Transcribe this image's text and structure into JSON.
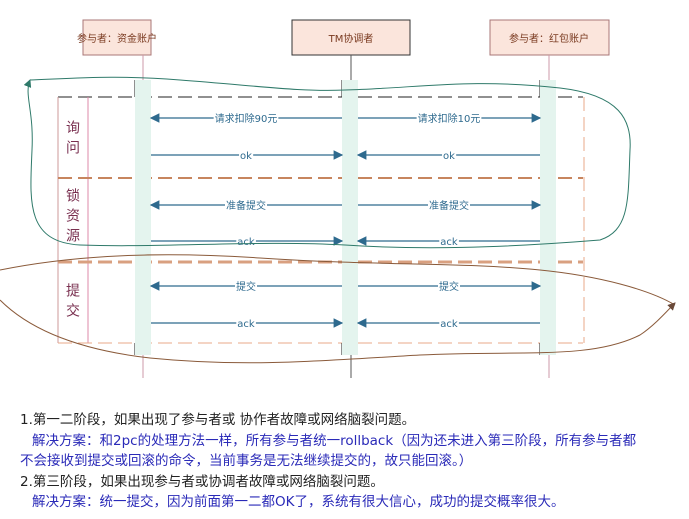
{
  "participants": [
    {
      "label": "参与者：资金账户"
    },
    {
      "label": "TM协调者"
    },
    {
      "label": "参与者：红包账户"
    }
  ],
  "phases": [
    {
      "label": "询问",
      "chars": [
        "询",
        "问"
      ]
    },
    {
      "label": "锁资源",
      "chars": [
        "锁",
        "资",
        "源"
      ]
    },
    {
      "label": "提交",
      "chars": [
        "提",
        "交"
      ]
    }
  ],
  "messages": [
    {
      "left": "请求扣除90元",
      "right": "请求扣除10元",
      "direction": "out"
    },
    {
      "left": "ok",
      "right": "ok",
      "direction": "in"
    },
    {
      "left": "准备提交",
      "right": "准备提交",
      "direction": "out"
    },
    {
      "left": "ack",
      "right": "ack",
      "direction": "in"
    },
    {
      "left": "提交",
      "right": "提交",
      "direction": "out"
    },
    {
      "left": "ack",
      "right": "ack",
      "direction": "in"
    }
  ],
  "colors": {
    "box_fill": "#fbe5dc",
    "activation": "#e4f4ee",
    "arrow": "#2e6a8e",
    "phase_text": "#7a3050",
    "note_dark": "#222222",
    "note_blue": "#2a2ab8",
    "green_curve": "#2f7a6a",
    "brown_curve": "#8a5a3a"
  },
  "notes": {
    "line1": "1.第一二阶段，如果出现了参与者或 协作者故障或网络脑裂问题。",
    "line2": "解决方案：和2pc的处理方法一样，所有参与者统一rollback（因为还未进入第三阶段，所有参与者都",
    "line3": "不会接收到提交或回滚的命令，当前事务是无法继续提交的，故只能回滚。）",
    "line4": "2.第三阶段，如果出现参与者或协调者故障或网络脑裂问题。",
    "line5": "解决方案：统一提交，因为前面第一二都OK了，系统有很大信心，成功的提交概率很大。"
  }
}
